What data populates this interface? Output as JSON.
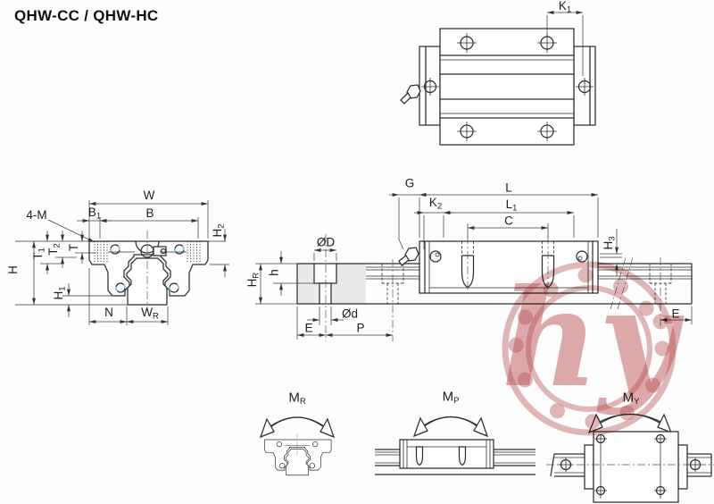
{
  "title": "QHW-CC / QHW-HC",
  "watermark": {
    "text": "hy",
    "ring_color": "#c97d7d",
    "letter_color": "#ba4c4c"
  },
  "drawing_colors": {
    "line": "#2e2e2e",
    "dimension": "#3f3f3f",
    "rail_section_fill": "#e9e9e9",
    "screw_accent": "#7fc7e4"
  },
  "labels": {
    "k1": {
      "base": "K",
      "sub": "1"
    },
    "w": {
      "base": "W",
      "sub": ""
    },
    "b": {
      "base": "B",
      "sub": ""
    },
    "b1": {
      "base": "B",
      "sub": "1"
    },
    "m4": {
      "base": "4-M",
      "sub": ""
    },
    "h2": {
      "base": "H",
      "sub": "2"
    },
    "t": {
      "base": "T",
      "sub": ""
    },
    "t2": {
      "base": "T",
      "sub": "2"
    },
    "t1": {
      "base": "T",
      "sub": "1"
    },
    "h": {
      "base": "H",
      "sub": ""
    },
    "h1": {
      "base": "H",
      "sub": "1"
    },
    "n": {
      "base": "N",
      "sub": ""
    },
    "wr": {
      "base": "W",
      "sub": "R"
    },
    "diaD": {
      "base": "ØD",
      "sub": ""
    },
    "hsmall": {
      "base": "h",
      "sub": ""
    },
    "hr": {
      "base": "H",
      "sub": "R"
    },
    "diad": {
      "base": "Ød",
      "sub": ""
    },
    "e": {
      "base": "E",
      "sub": ""
    },
    "p": {
      "base": "P",
      "sub": ""
    },
    "g": {
      "base": "G",
      "sub": ""
    },
    "k2": {
      "base": "K",
      "sub": "2"
    },
    "l": {
      "base": "L",
      "sub": ""
    },
    "l1": {
      "base": "L",
      "sub": "1"
    },
    "c": {
      "base": "C",
      "sub": ""
    },
    "h3": {
      "base": "H",
      "sub": "3"
    },
    "mr": {
      "base": "M",
      "sub": "R"
    },
    "mp": {
      "base": "M",
      "sub": "P"
    },
    "my": {
      "base": "M",
      "sub": "Y"
    }
  }
}
